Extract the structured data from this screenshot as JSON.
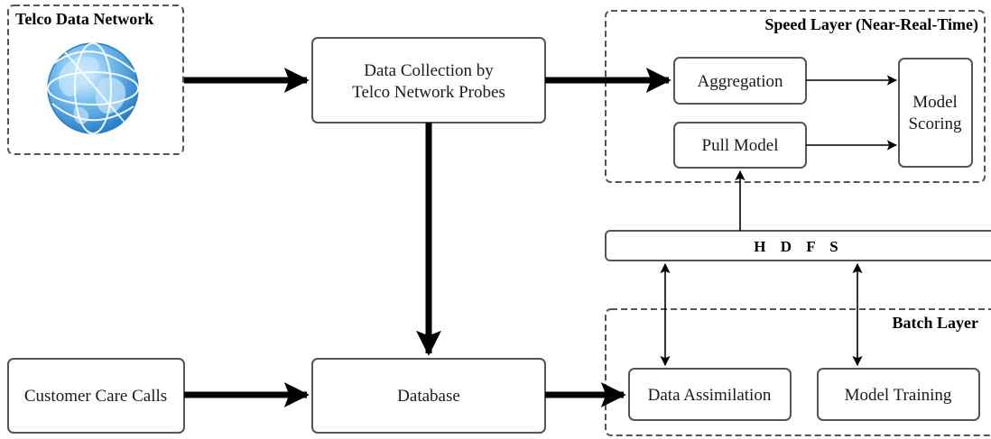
{
  "diagram": {
    "telco_network": {
      "title": "Telco Data Network",
      "icon": "globe-icon"
    },
    "speed_layer": {
      "title": "Speed Layer (Near-Real-Time)",
      "aggregation": "Aggregation",
      "pull_model": "Pull Model",
      "model_scoring": [
        "Model",
        "Scoring"
      ]
    },
    "data_collection": [
      "Data Collection by",
      "Telco Network Probes"
    ],
    "hdfs": "H D F S",
    "batch_layer": {
      "title": "Batch Layer",
      "data_assimilation": "Data Assimilation",
      "model_training": "Model Training"
    },
    "customer_care": "Customer Care Calls",
    "database": "Database"
  },
  "colors": {
    "globe_light": "#bfe3fb",
    "globe_mid": "#5fb0ea",
    "globe_dark": "#2a7fc9",
    "stroke": "#555555",
    "arrow": "#000000"
  }
}
